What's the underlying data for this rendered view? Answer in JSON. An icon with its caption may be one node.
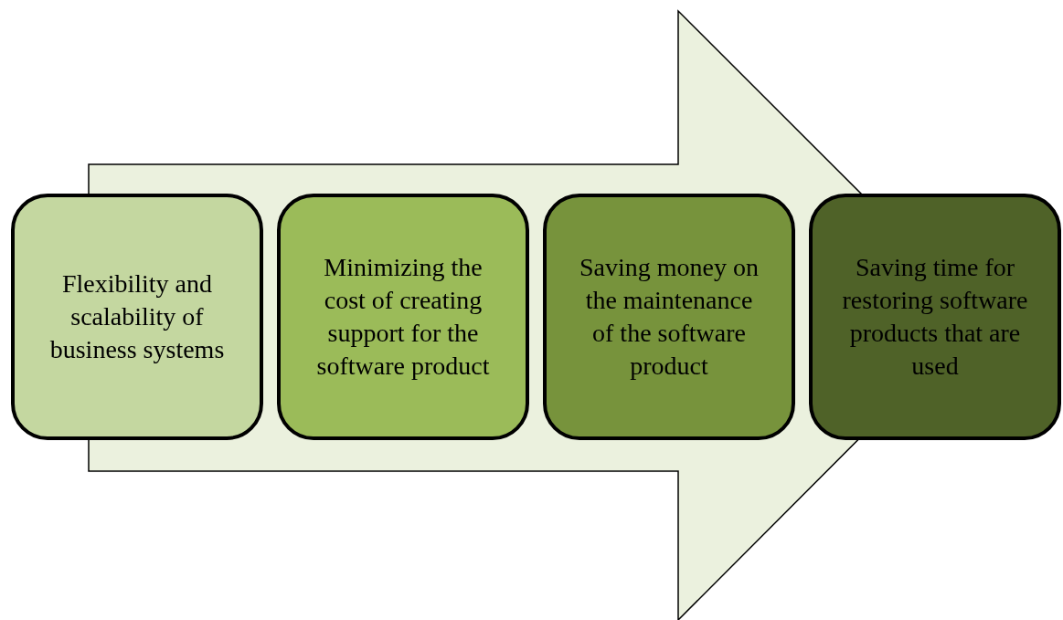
{
  "diagram": {
    "nodes": [
      {
        "text": [
          "Flexibility and scalability of business systems"
        ]
      },
      {
        "text": [
          "Minimizing the cost of creating support for the software product"
        ]
      },
      {
        "text": [
          "Saving money on the maintenance of the software product"
        ]
      },
      {
        "text": [
          "Saving time for restoring software products that are used"
        ]
      }
    ],
    "edges": [
      {
        "from": 0,
        "to": 3,
        "arrow": "to"
      }
    ]
  }
}
